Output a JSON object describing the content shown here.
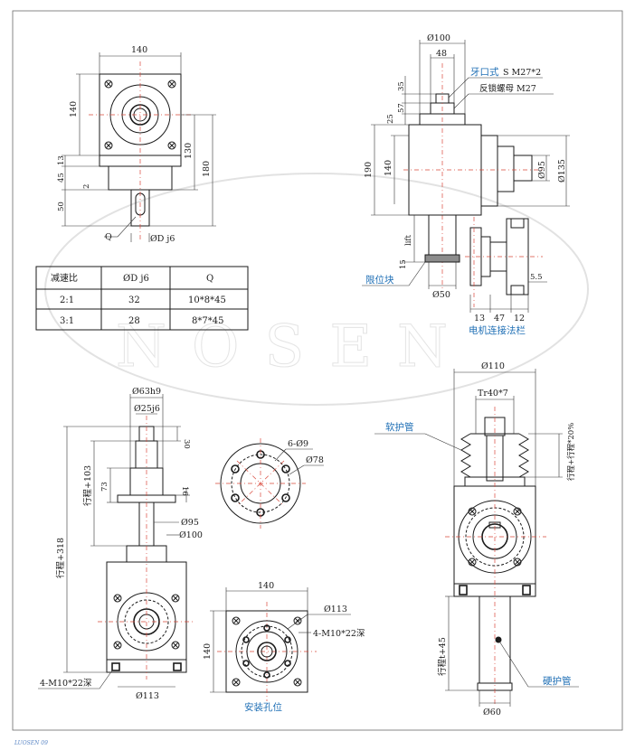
{
  "watermark": "NOSEN",
  "footer_code": "LUOSEN 09",
  "table": {
    "headers": [
      "减速比",
      "ØD j6",
      "Q"
    ],
    "rows": [
      [
        "2:1",
        "32",
        "10*8*45"
      ],
      [
        "3:1",
        "28",
        "8*7*45"
      ]
    ]
  },
  "top_left_view": {
    "d140_top": "140",
    "d140_side": "140",
    "d45": "45",
    "d13": "13",
    "d2": "2",
    "d50": "50",
    "d130": "130",
    "d180": "180",
    "q_label": "Q",
    "od_label": "ØD j6"
  },
  "top_right_view": {
    "d100": "Ø100",
    "d48": "48",
    "d35": "35",
    "d57": "57",
    "d25": "25",
    "d190": "190",
    "d140": "140",
    "d95": "Ø95",
    "d135": "Ø135",
    "lift": "lift",
    "d15": "15",
    "d50": "Ø50",
    "d5_5": "5.5",
    "d13": "13",
    "d47": "47",
    "d12": "12",
    "thread_label_cn": "牙口式",
    "thread_label_rest": "S M27*2",
    "nut_label": "反锁螺母 M27",
    "stop_block": "限位块",
    "motor_flange": "电机连接法栏"
  },
  "bottom_left_view": {
    "d63": "Ø63h9",
    "d25": "Ø25j6",
    "d30": "30",
    "stroke103": "行程+103",
    "d73": "73",
    "d16": "16",
    "d95": "Ø95",
    "d100": "Ø100",
    "stroke318": "行程+318",
    "bolt_label": "4-M10*22深",
    "d113": "Ø113"
  },
  "flange_view": {
    "holes": "6-Ø9",
    "d78": "Ø78"
  },
  "mount_view": {
    "d140_top": "140",
    "d140_side": "140",
    "d113": "Ø113",
    "bolt_label": "4-M10*22深",
    "title": "安装孔位"
  },
  "bottom_right_view": {
    "d110": "Ø110",
    "thread": "Tr40*7",
    "soft_cover": "软护管",
    "stroke20": "行程+行程*20%",
    "strokeT45": "行程t+45",
    "hard_cover": "硬护管",
    "d60": "Ø60"
  }
}
